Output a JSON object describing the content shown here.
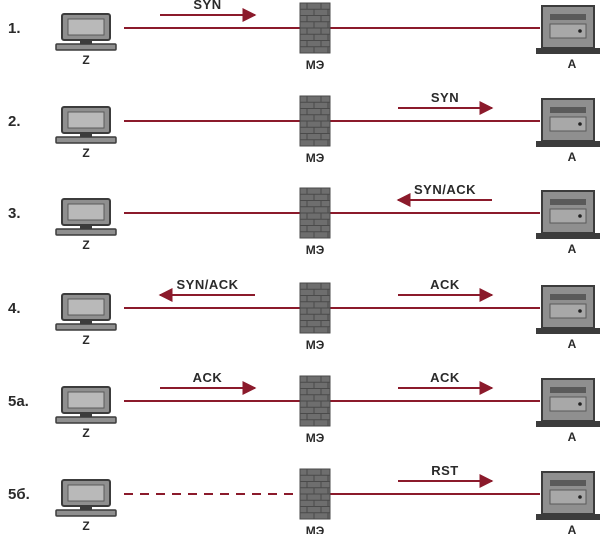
{
  "colors": {
    "line": "#8b1a2b",
    "firewall_fill": "#6e6e6e",
    "firewall_brick": "#4a4a4a",
    "device_fill": "#8f8f8f",
    "device_dark": "#3c3c3c",
    "text": "#2a2a2a"
  },
  "labels": {
    "client": "Z",
    "firewall": "МЭ",
    "server": "A"
  },
  "rows": [
    {
      "step": "1.",
      "connection": "solid",
      "messages": [
        {
          "text": "SYN",
          "direction": "right",
          "segment": "left"
        }
      ]
    },
    {
      "step": "2.",
      "connection": "solid",
      "messages": [
        {
          "text": "SYN",
          "direction": "right",
          "segment": "right"
        }
      ]
    },
    {
      "step": "3.",
      "connection": "solid",
      "messages": [
        {
          "text": "SYN/ACK",
          "direction": "left",
          "segment": "right"
        }
      ]
    },
    {
      "step": "4.",
      "connection": "solid",
      "messages": [
        {
          "text": "SYN/ACK",
          "direction": "left",
          "segment": "left"
        },
        {
          "text": "ACK",
          "direction": "right",
          "segment": "right"
        }
      ]
    },
    {
      "step": "5a.",
      "connection": "solid",
      "messages": [
        {
          "text": "ACK",
          "direction": "right",
          "segment": "left"
        },
        {
          "text": "ACK",
          "direction": "right",
          "segment": "right"
        }
      ]
    },
    {
      "step": "5б.",
      "connection": "dashed",
      "messages": [
        {
          "text": "RST",
          "direction": "right",
          "segment": "right"
        }
      ]
    }
  ],
  "icons": {
    "client": "computer-icon",
    "firewall": "firewall-brick-wall-icon",
    "server": "server-tower-icon"
  }
}
